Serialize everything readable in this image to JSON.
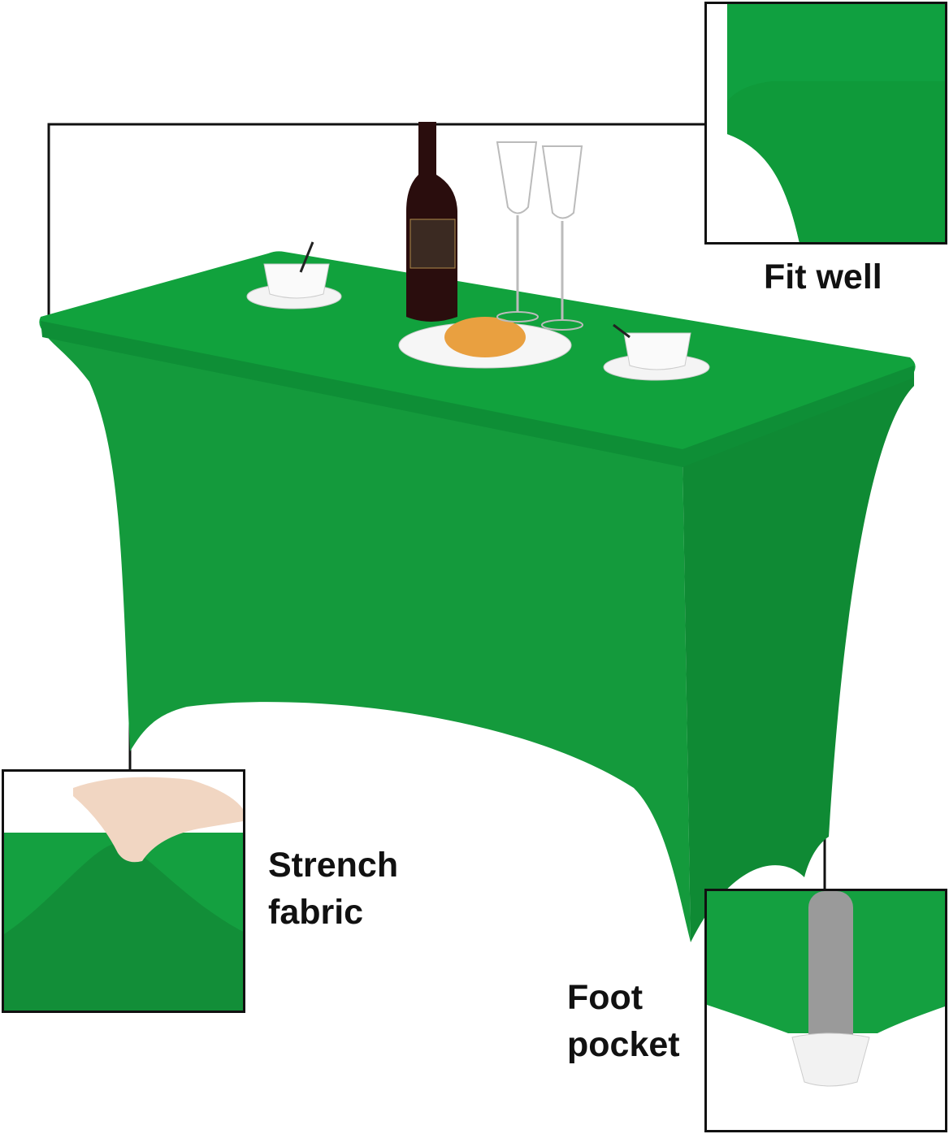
{
  "callouts": {
    "fit": {
      "label": "Fit well"
    },
    "stretch": {
      "line1": "Strench",
      "line2": "fabric"
    },
    "foot": {
      "line1": "Foot",
      "line2": "pocket"
    }
  },
  "colors": {
    "cover": "#149a3c",
    "cover_top": "#10a03c",
    "cover_dark": "#0d7f30",
    "line": "#111111"
  }
}
